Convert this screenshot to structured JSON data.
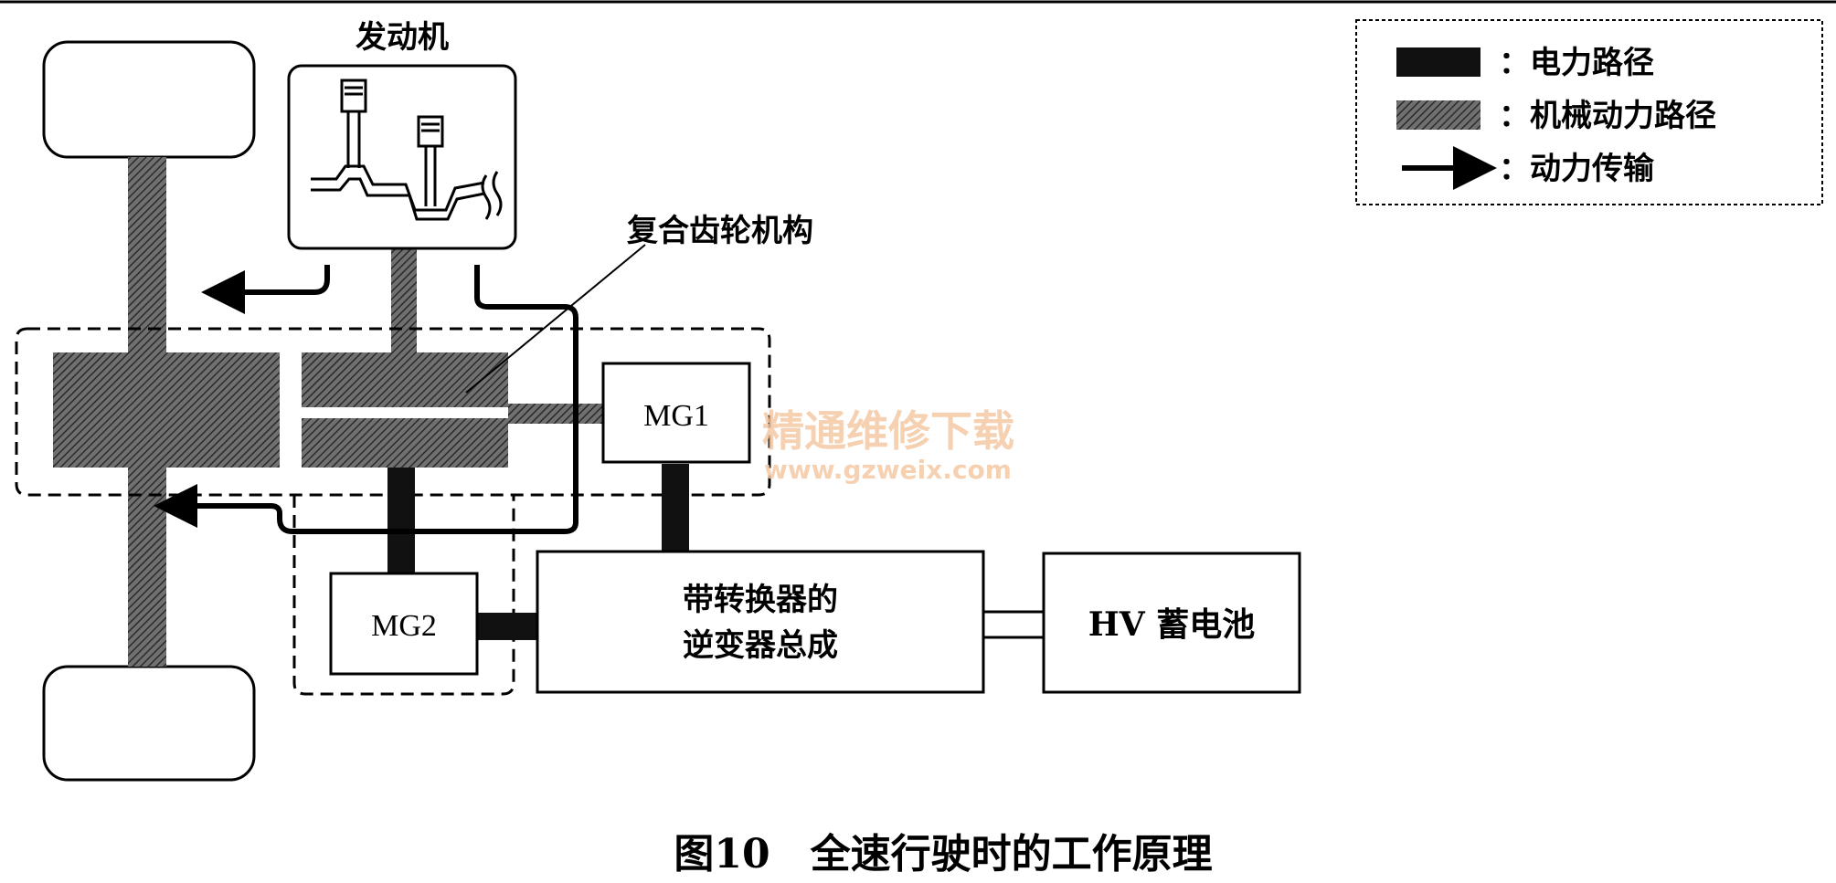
{
  "labels": {
    "engine": "发动机",
    "compound_gear": "复合齿轮机构",
    "mg1": "MG1",
    "mg2": "MG2",
    "inverter_line1": "带转换器的",
    "inverter_line2": "逆变器总成",
    "battery": "HV 蓄电池"
  },
  "legend": {
    "items": [
      {
        "symbol": "solid-black-bar",
        "label": "：电力路径"
      },
      {
        "symbol": "hatched-gray-bar",
        "label": "：机械动力路径"
      },
      {
        "symbol": "arrow",
        "label": "：动力传输"
      }
    ]
  },
  "watermark": {
    "line1": "精通维修下载",
    "line2": "www.gzweix.com"
  },
  "caption": "图10　全速行驶时的工作原理",
  "colors": {
    "electric_path": "#111111",
    "mechanical_path": "#555555",
    "watermark": "#f3c9a4",
    "outline": "#000000"
  }
}
